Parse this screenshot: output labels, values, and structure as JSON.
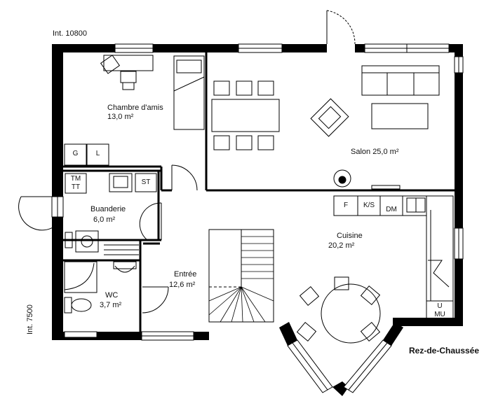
{
  "dimensions": {
    "width_label": "Int. 10800",
    "height_label": "Int. 7500"
  },
  "floor_title": "Rez-de-Chaussée",
  "rooms": [
    {
      "id": "chambre",
      "name": "Chambre d'amis",
      "area": "13,0 m²"
    },
    {
      "id": "salon",
      "name": "Salon 25,0 m²",
      "area": ""
    },
    {
      "id": "buanderie",
      "name": "Buanderie",
      "area": "6,0 m²"
    },
    {
      "id": "cuisine",
      "name": "Cuisine",
      "area": "20,2 m²"
    },
    {
      "id": "entree",
      "name": "Entrée",
      "area": "12,6 m²"
    },
    {
      "id": "wc",
      "name": "WC",
      "area": "3,7 m²"
    }
  ],
  "fixtures": {
    "g": "G",
    "l": "L",
    "tm": "TM",
    "tt": "TT",
    "st": "ST",
    "f": "F",
    "ks": "K/S",
    "dm": "DM",
    "u": "U",
    "mu": "MU"
  }
}
